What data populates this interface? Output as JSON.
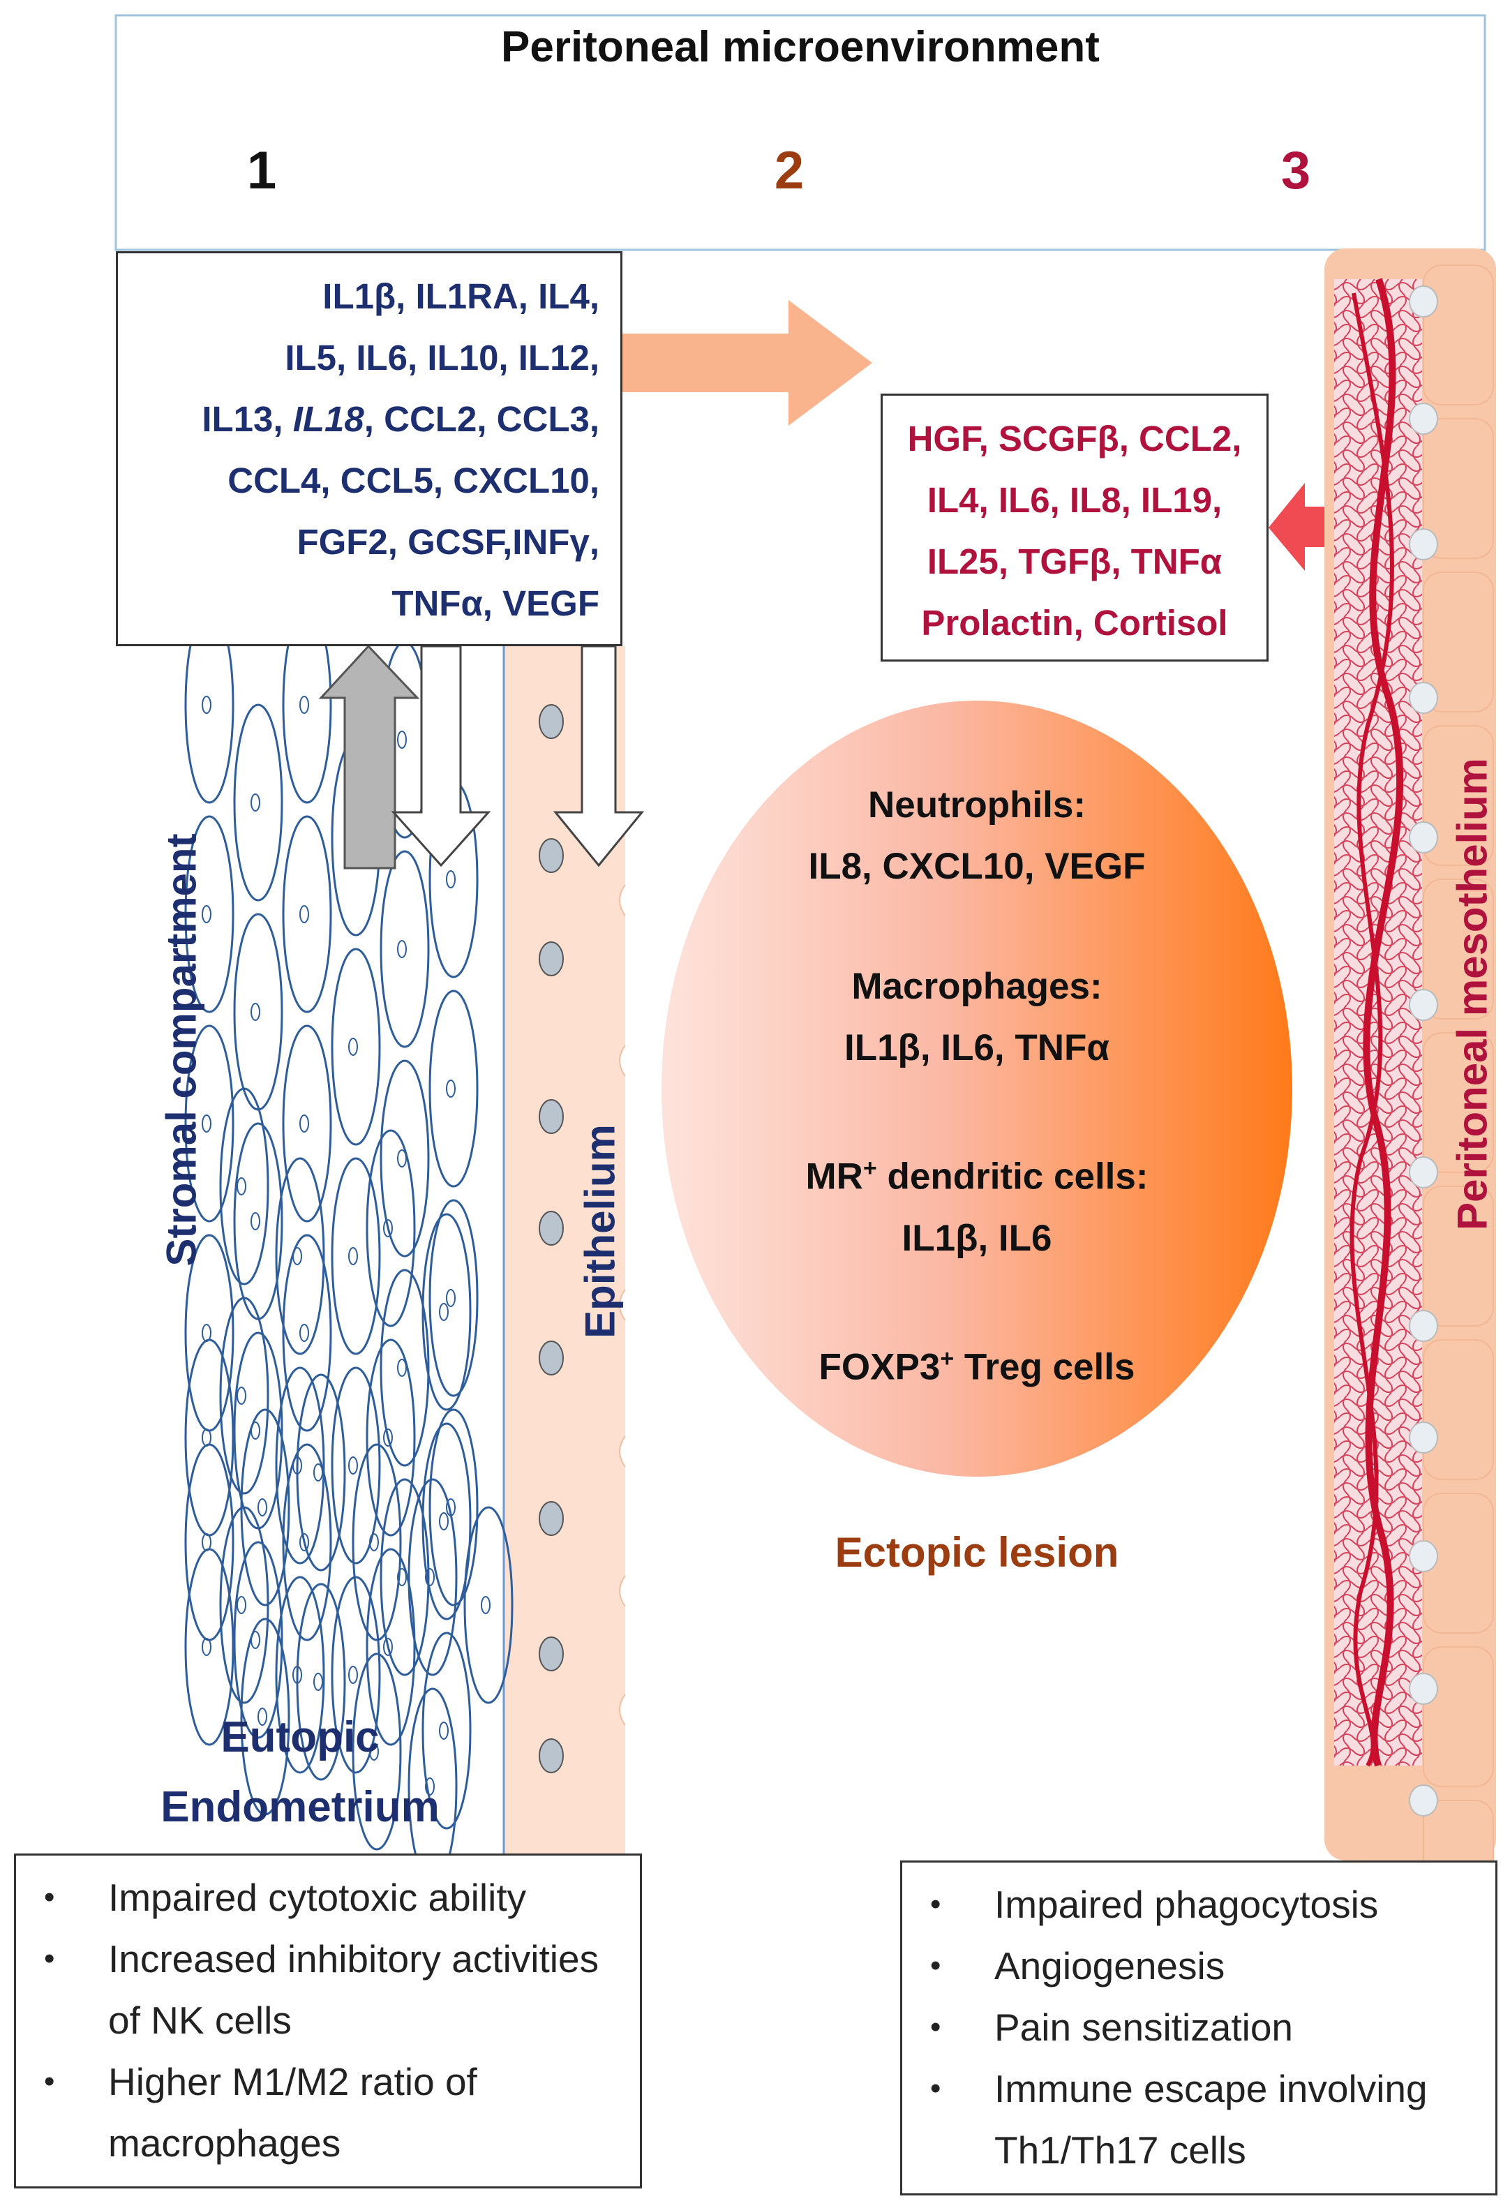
{
  "banner": {
    "title": "Peritoneal microenvironment",
    "circles": [
      {
        "label": "1",
        "color": "#111111"
      },
      {
        "label": "2",
        "color": "#9b3d10"
      },
      {
        "label": "3",
        "color": "#b0123e"
      }
    ]
  },
  "eutopic_cytokines": {
    "lines": [
      "IL1β, IL1RA, IL4,",
      "IL5,  IL6, IL10, IL12,",
      {
        "plain_before": "IL13, ",
        "italic": "IL18",
        "plain_after": ", CCL2, CCL3,"
      },
      "CCL4, CCL5, CXCL10,",
      "FGF2, GCSF,INFγ,",
      "TNFα, VEGF"
    ],
    "color": "#1d2f6f"
  },
  "mesothelium_factors": {
    "lines": [
      "HGF, SCGFβ, CCL2,",
      "IL4, IL6, IL8, IL19,",
      "IL25, TGFβ, TNFα",
      "Prolactin,  Cortisol"
    ],
    "color": "#b0123e"
  },
  "lesion": {
    "groups": [
      {
        "title": "Neutrophils:",
        "items": "IL8, CXCL10, VEGF"
      },
      {
        "title": "Macrophages:",
        "items": "IL1β, IL6, TNFα"
      },
      {
        "title_before": "MR",
        "title_sup": "+",
        "title_after": " dendritic  cells:",
        "items": "IL1β, IL6"
      },
      {
        "title_before": "FOXP3",
        "title_sup": "+",
        "title_after": " Treg cells",
        "items": ""
      }
    ],
    "label": "Ectopic lesion",
    "label_color": "#9b3d10"
  },
  "labels": {
    "stromal": "Stromal compartment",
    "epithelium": "Epithelium",
    "eutopic_line1": "Eutopic",
    "eutopic_line2": "Endometrium",
    "mesothelium": "Peritoneal mesothelium",
    "stromal_color": "#1d2f6f",
    "mesothelium_color": "#b0123e"
  },
  "left_bullets": [
    "Impaired cytotoxic ability",
    "Increased  inhibitory activities of NK cells",
    "Higher M1/M2 ratio of macrophages"
  ],
  "right_bullets": [
    "Impaired phagocytosis",
    "Angiogenesis",
    "Pain sensitization",
    "Immune escape involving Th1/Th17 cells"
  ],
  "colors": {
    "cell_outline": "#2e5d9a",
    "epithelium_fill": "#fde0d0",
    "mesothelium_fill": "#f8c6a8",
    "vessel_red": "#c8102e",
    "arrow_orange": "#f9b48e",
    "arrow_red": "#f04b52",
    "arrow_grey": "#b5b5b5"
  }
}
